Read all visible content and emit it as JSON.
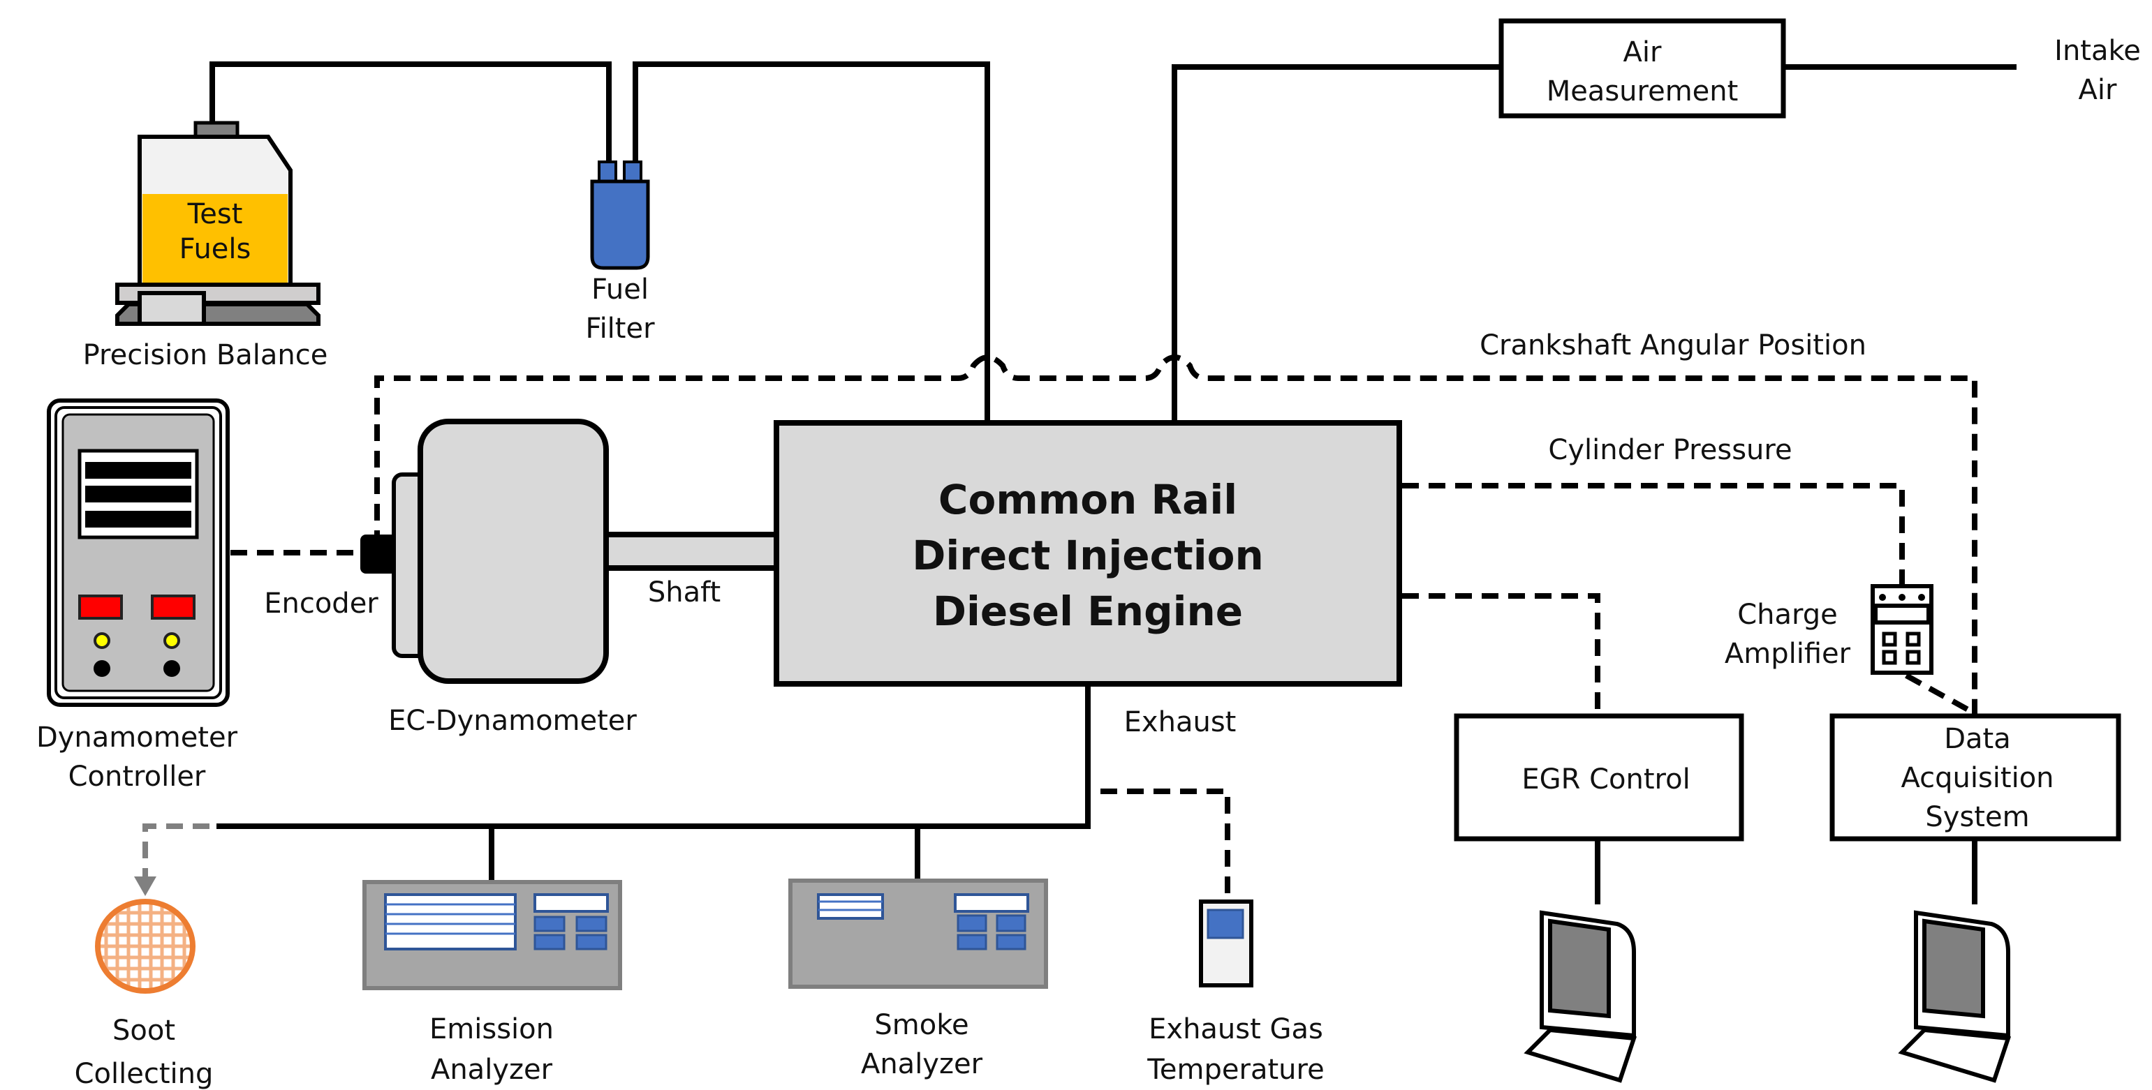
{
  "diagram": {
    "title": "Common Rail Direct Injection Diesel Engine test setup",
    "engine": {
      "label_lines": [
        "Common Rail",
        "Direct Injection",
        "Diesel Engine"
      ]
    },
    "fuel": {
      "tank_label_lines": [
        "Test",
        "Fuels"
      ],
      "balance_label": "Precision Balance",
      "filter_label_lines": [
        "Fuel",
        "Filter"
      ]
    },
    "air": {
      "measurement_label_lines": [
        "Air",
        "Measurement"
      ],
      "intake_label_lines": [
        "Intake",
        "Air"
      ]
    },
    "dyno": {
      "controller_label_lines": [
        "Dynamometer",
        "Controller"
      ],
      "encoder_label": "Encoder",
      "dynamometer_label": "EC-Dynamometer",
      "shaft_label": "Shaft"
    },
    "signals": {
      "crankshaft_label": "Crankshaft Angular Position",
      "cylinder_pressure_label": "Cylinder Pressure",
      "charge_amplifier_label_lines": [
        "Charge",
        "Amplifier"
      ]
    },
    "control": {
      "egr_label": "EGR Control",
      "daq_label_lines": [
        "Data",
        "Acquisition",
        "System"
      ]
    },
    "exhaust": {
      "exhaust_label": "Exhaust",
      "soot_label_lines": [
        "Soot",
        "Collecting"
      ],
      "emission_label_lines": [
        "Emission",
        "Analyzer"
      ],
      "smoke_label_lines": [
        "Smoke",
        "Analyzer"
      ],
      "egt_label_lines": [
        "Exhaust Gas",
        "Temperature"
      ]
    },
    "colors": {
      "fuel_yellow": "#FFC000",
      "filter_blue": "#4472C4",
      "engine_fill": "#D9D9D9",
      "soot_orange": "#ED7D31",
      "analyzer_grey": "#A6A6A6",
      "indicator_red": "#FF0000",
      "indicator_yellow": "#FFFF00"
    }
  }
}
